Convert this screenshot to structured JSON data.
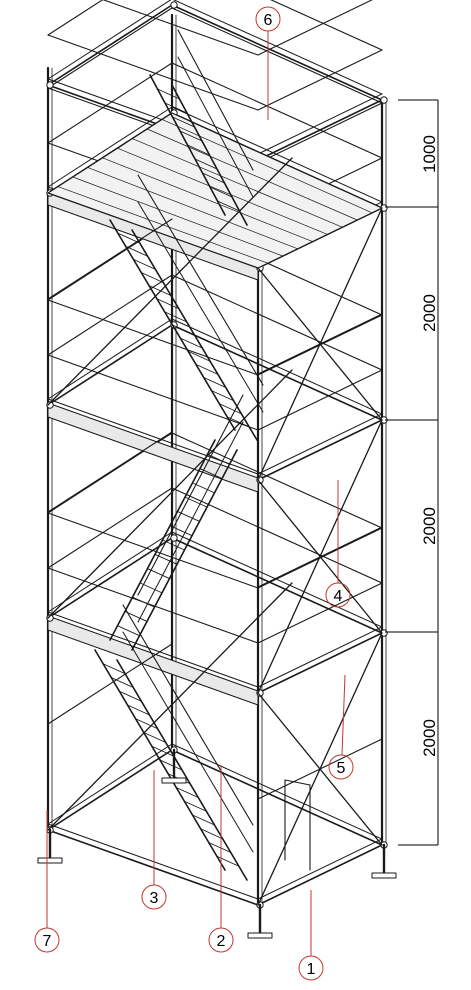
{
  "drawing": {
    "subject": "stair tower scaffold",
    "dimensions": [
      "1000",
      "2000",
      "2000",
      "2000"
    ],
    "callouts": [
      "6",
      "4",
      "5",
      "3",
      "2",
      "1",
      "7"
    ],
    "colors": {
      "line": "#1a1a1a",
      "frame_fill": "#e9e9e9",
      "callout": "#c0392b",
      "dimension": "#000000"
    }
  }
}
